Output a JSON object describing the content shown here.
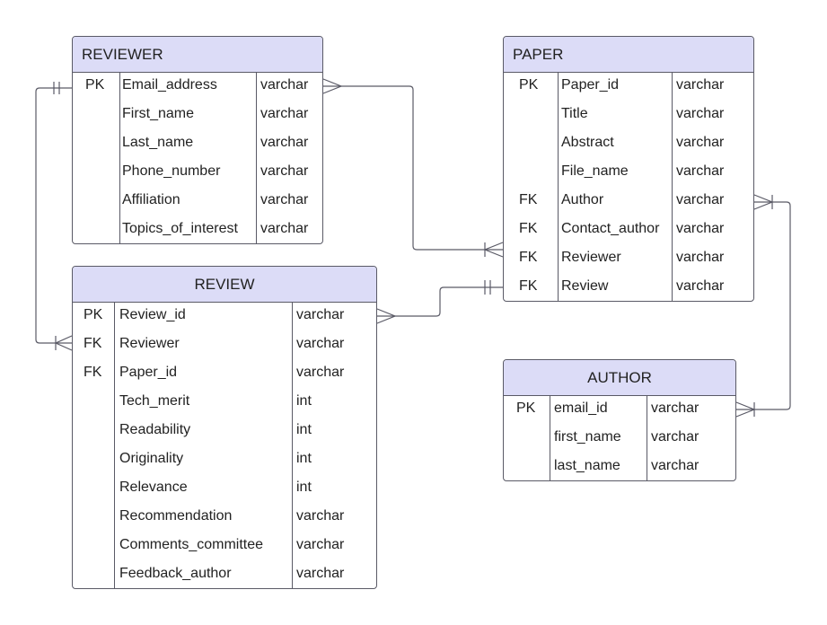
{
  "entities": {
    "reviewer": {
      "title": "REVIEWER",
      "rows": [
        {
          "key": "PK",
          "name": "Email_address",
          "type": "varchar"
        },
        {
          "key": "",
          "name": "First_name",
          "type": "varchar"
        },
        {
          "key": "",
          "name": "Last_name",
          "type": "varchar"
        },
        {
          "key": "",
          "name": "Phone_number",
          "type": "varchar"
        },
        {
          "key": "",
          "name": "Affiliation",
          "type": "varchar"
        },
        {
          "key": "",
          "name": "Topics_of_interest",
          "type": "varchar"
        }
      ]
    },
    "paper": {
      "title": "PAPER",
      "rows": [
        {
          "key": "PK",
          "name": "Paper_id",
          "type": "varchar"
        },
        {
          "key": "",
          "name": "Title",
          "type": "varchar"
        },
        {
          "key": "",
          "name": "Abstract",
          "type": "varchar"
        },
        {
          "key": "",
          "name": "File_name",
          "type": "varchar"
        },
        {
          "key": "FK",
          "name": "Author",
          "type": "varchar"
        },
        {
          "key": "FK",
          "name": "Contact_author",
          "type": "varchar"
        },
        {
          "key": "FK",
          "name": "Reviewer",
          "type": "varchar"
        },
        {
          "key": "FK",
          "name": "Review",
          "type": "varchar"
        }
      ]
    },
    "review": {
      "title": "REVIEW",
      "rows": [
        {
          "key": "PK",
          "name": "Review_id",
          "type": "varchar"
        },
        {
          "key": "FK",
          "name": "Reviewer",
          "type": "varchar"
        },
        {
          "key": "FK",
          "name": "Paper_id",
          "type": "varchar"
        },
        {
          "key": "",
          "name": "Tech_merit",
          "type": "int"
        },
        {
          "key": "",
          "name": "Readability",
          "type": "int"
        },
        {
          "key": "",
          "name": "Originality",
          "type": "int"
        },
        {
          "key": "",
          "name": "Relevance",
          "type": "int"
        },
        {
          "key": "",
          "name": "Recommendation",
          "type": "varchar"
        },
        {
          "key": "",
          "name": "Comments_committee",
          "type": "varchar"
        },
        {
          "key": "",
          "name": "Feedback_author",
          "type": "varchar"
        }
      ]
    },
    "author": {
      "title": "AUTHOR",
      "rows": [
        {
          "key": "PK",
          "name": "email_id",
          "type": "varchar"
        },
        {
          "key": "",
          "name": "first_name",
          "type": "varchar"
        },
        {
          "key": "",
          "name": "last_name",
          "type": "varchar"
        }
      ]
    }
  },
  "colors": {
    "header_fill": "#dcdcf7",
    "border": "#5a5a66",
    "connector": "#5a5a66"
  }
}
